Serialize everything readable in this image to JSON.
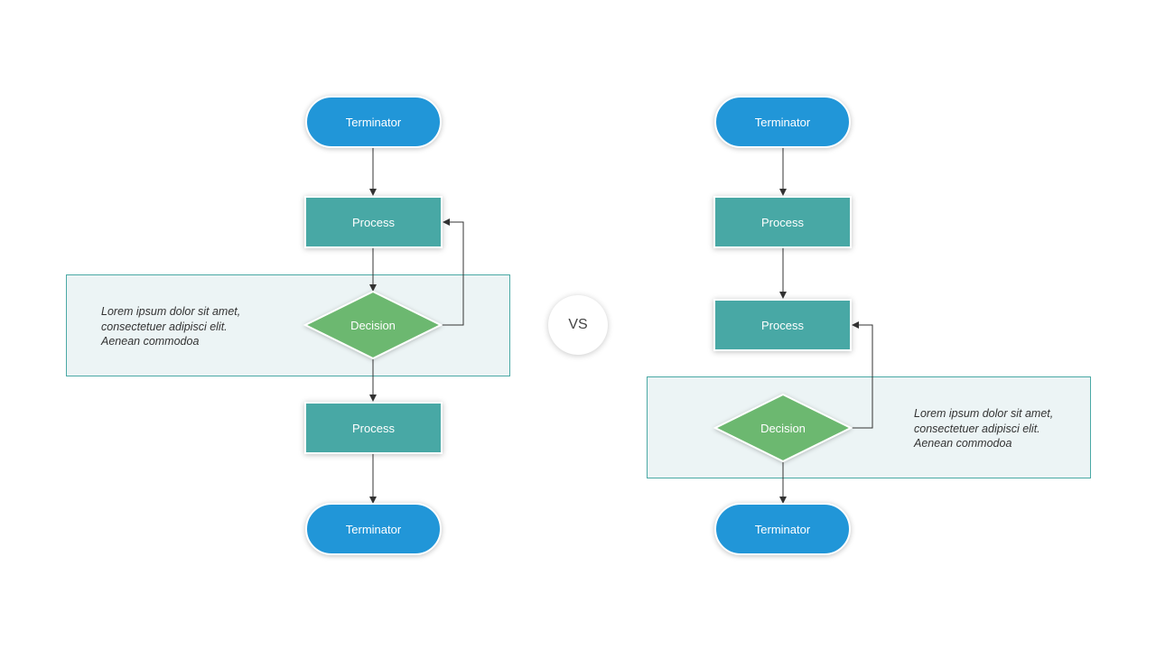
{
  "colors": {
    "terminator": "#2196d8",
    "process": "#48a8a5",
    "decision": "#6cb86f",
    "band_fill": "#ecf4f5",
    "band_border": "#4aa9a5",
    "connector": "#333333"
  },
  "left_flow": {
    "terminator_top": "Terminator",
    "process_1": "Process",
    "decision": "Decision",
    "process_2": "Process",
    "terminator_bottom": "Terminator",
    "note": {
      "line1": "Lorem ipsum dolor sit amet,",
      "line2": "consectetuer adipisci elit.",
      "line3": "Aenean commodoa"
    }
  },
  "vs_label": "VS",
  "right_flow": {
    "terminator_top": "Terminator",
    "process_1": "Process",
    "process_2": "Process",
    "decision": "Decision",
    "terminator_bottom": "Terminator",
    "note": {
      "line1": "Lorem ipsum dolor sit amet,",
      "line2": "consectetuer adipisci elit.",
      "line3": "Aenean commodoa"
    }
  }
}
